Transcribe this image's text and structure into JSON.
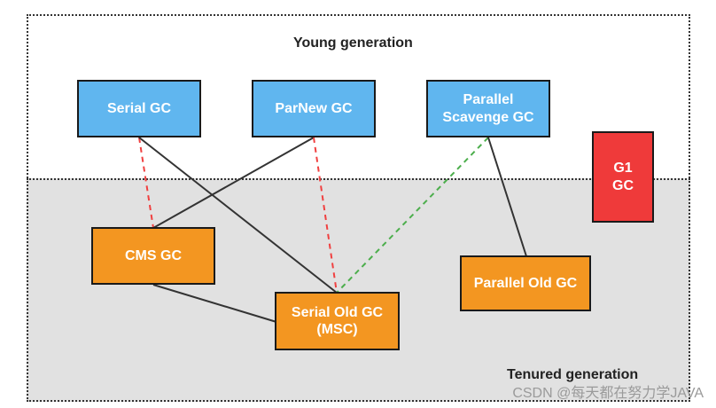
{
  "regions": {
    "young": "Young generation",
    "tenured": "Tenured generation"
  },
  "collectors": {
    "serial": "Serial GC",
    "parnew": "ParNew GC",
    "parallel_scavenge_line1": "Parallel",
    "parallel_scavenge_line2": "Scavenge GC",
    "g1_line1": "G1",
    "g1_line2": "GC",
    "cms": "CMS GC",
    "serial_old_line1": "Serial Old GC",
    "serial_old_line2": "(MSC)",
    "parallel_old": "Parallel Old GC"
  },
  "colors": {
    "young_gen_box": "#60b6ef",
    "old_gen_box": "#f39621",
    "g1_box": "#ef3a3a",
    "tenured_background": "#e1e1e1",
    "solid_link": "#333333",
    "red_dashed_link": "#f04040",
    "green_dashed_link": "#4cae4c"
  },
  "watermark": "CSDN @每天都在努力学JAVA"
}
